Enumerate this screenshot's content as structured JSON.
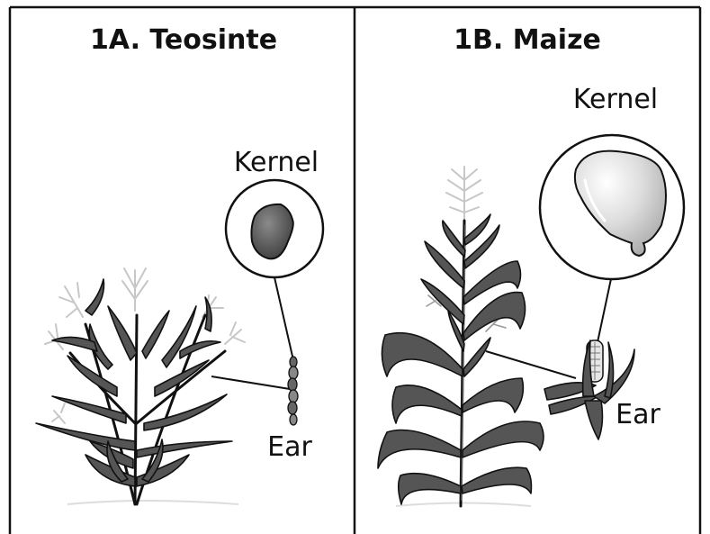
{
  "panel_a": {
    "title": "1A. Teosinte",
    "kernel_label": "Kernel",
    "ear_label": "Ear"
  },
  "panel_b": {
    "title": "1B. Maize",
    "kernel_label": "Kernel",
    "ear_label": "Ear"
  },
  "colors": {
    "leaf_fill": "#555555",
    "outline": "#111111",
    "tassel": "#c7c7c7",
    "teosinte_kernel": "#5a5a5a",
    "maize_kernel": "#d9d9d9"
  }
}
